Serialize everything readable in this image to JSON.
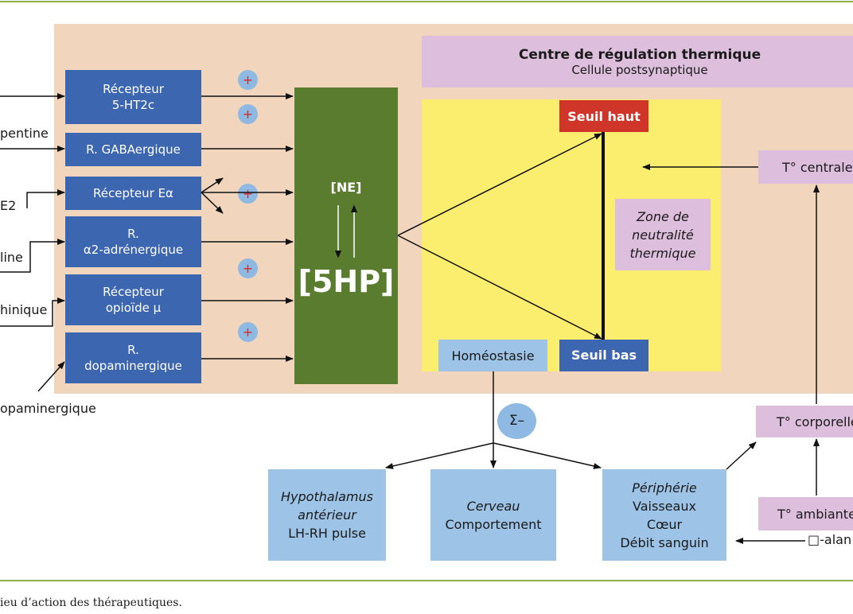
{
  "receptors": [
    {
      "line1": "Récepteur",
      "line2": "5-HT2c"
    },
    {
      "line1": "R. GABAergique",
      "line2": ""
    },
    {
      "line1": "Récepteur Eα",
      "line2": ""
    },
    {
      "line1": "R.",
      "line2": "α2-adrénergique"
    },
    {
      "line1": "Récepteur",
      "line2": "opioïde μ"
    },
    {
      "line1": "R.",
      "line2": "dopaminergique"
    }
  ],
  "left_labels": [
    "pentine",
    "E2",
    "line",
    "hinique",
    "opaminergique"
  ],
  "plus_sign": "+",
  "center": {
    "ne": "[NE]",
    "hp": "[5HP]"
  },
  "regulation_centre": {
    "title": "Centre de régulation thermique",
    "subtitle": "Cellule postsynaptique"
  },
  "seuil_haut": "Seuil haut",
  "seuil_bas": "Seuil bas",
  "homeostasie": "Homéostasie",
  "zone": [
    "Zone de",
    "neutralité",
    "thermique"
  ],
  "t_centrale": "T° centrale",
  "t_corporelle": "T° corporelle",
  "t_ambiante": "T° ambiante",
  "alan": "□-alan",
  "sigma": "Σ–",
  "outputs": {
    "hypothalamus": [
      "Hypothalamus",
      "antérieur",
      "LH-RH pulse"
    ],
    "cerveau": [
      "Cerveau",
      "Comportement"
    ],
    "peripherie": [
      "Périphérie",
      "Vaisseaux",
      "Cœur",
      "Débit sanguin"
    ]
  },
  "caption": "ieu d’action des thérapeutiques."
}
